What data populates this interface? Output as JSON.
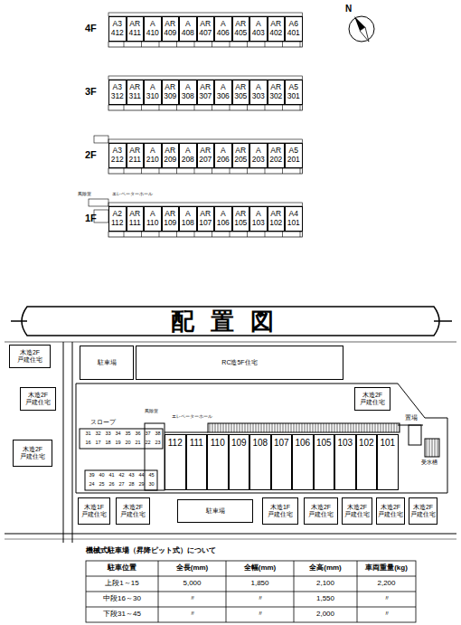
{
  "diagram": {
    "title": "配置図",
    "nodes": [
      {
        "text": [
          "4F"
        ]
      },
      {
        "text": [
          "A3",
          "412"
        ],
        "in": 0
      },
      {
        "text": [
          "AR",
          "411"
        ],
        "in": 0
      },
      {
        "text": [
          "A",
          "410"
        ],
        "in": 0
      },
      {
        "text": [
          "AR",
          "409"
        ],
        "in": 0
      },
      {
        "text": [
          "A",
          "408"
        ],
        "in": 0
      },
      {
        "text": [
          "AR",
          "407"
        ],
        "in": 0
      },
      {
        "text": [
          "A",
          "406"
        ],
        "in": 0
      },
      {
        "text": [
          "AR",
          "405"
        ],
        "in": 0
      },
      {
        "text": [
          "A",
          "403"
        ],
        "in": 0
      },
      {
        "text": [
          "AR",
          "402"
        ],
        "in": 0
      },
      {
        "text": [
          "A6",
          "401"
        ],
        "in": 0
      },
      {
        "text": [
          "3F"
        ]
      },
      {
        "text": [
          "A3",
          "312"
        ],
        "in": 12
      },
      {
        "text": [
          "AR",
          "311"
        ],
        "in": 12
      },
      {
        "text": [
          "A",
          "310"
        ],
        "in": 12
      },
      {
        "text": [
          "AR",
          "309"
        ],
        "in": 12
      },
      {
        "text": [
          "A",
          "308"
        ],
        "in": 12
      },
      {
        "text": [
          "AR",
          "307"
        ],
        "in": 12
      },
      {
        "text": [
          "A",
          "306"
        ],
        "in": 12
      },
      {
        "text": [
          "AR",
          "305"
        ],
        "in": 12
      },
      {
        "text": [
          "A",
          "303"
        ],
        "in": 12
      },
      {
        "text": [
          "AR",
          "302"
        ],
        "in": 12
      },
      {
        "text": [
          "A5",
          "301"
        ],
        "in": 12
      },
      {
        "text": [
          "2F"
        ]
      },
      {
        "text": [
          "A3",
          "212"
        ],
        "in": 24
      },
      {
        "text": [
          "AR",
          "211"
        ],
        "in": 24
      },
      {
        "text": [
          "A",
          "210"
        ],
        "in": 24
      },
      {
        "text": [
          "AR",
          "209"
        ],
        "in": 24
      },
      {
        "text": [
          "A",
          "208"
        ],
        "in": 24
      },
      {
        "text": [
          "AR",
          "207"
        ],
        "in": 24
      },
      {
        "text": [
          "A",
          "206"
        ],
        "in": 24
      },
      {
        "text": [
          "AR",
          "205"
        ],
        "in": 24
      },
      {
        "text": [
          "A",
          "203"
        ],
        "in": 24
      },
      {
        "text": [
          "AR",
          "202"
        ],
        "in": 24
      },
      {
        "text": [
          "A5",
          "201"
        ],
        "in": 24
      },
      {
        "text": [
          "1F"
        ]
      },
      {
        "text": [
          "A2",
          "112"
        ],
        "in": 36
      },
      {
        "text": [
          "AR",
          "111"
        ],
        "in": 36
      },
      {
        "text": [
          "A",
          "110"
        ],
        "in": 36
      },
      {
        "text": [
          "AR",
          "109"
        ],
        "in": 36
      },
      {
        "text": [
          "A",
          "108"
        ],
        "in": 36
      },
      {
        "text": [
          "AR",
          "107"
        ],
        "in": 36
      },
      {
        "text": [
          "A",
          "106"
        ],
        "in": 36
      },
      {
        "text": [
          "AR",
          "105"
        ],
        "in": 36
      },
      {
        "text": [
          "A",
          "103"
        ],
        "in": 36
      },
      {
        "text": [
          "AR",
          "102"
        ],
        "in": 36
      },
      {
        "text": [
          "A4",
          "101"
        ],
        "in": 36
      },
      {
        "text": [
          "112"
        ]
      },
      {
        "text": [
          "111"
        ]
      },
      {
        "text": [
          "110"
        ]
      },
      {
        "text": [
          "109"
        ]
      },
      {
        "text": [
          "108"
        ]
      },
      {
        "text": [
          "107"
        ]
      },
      {
        "text": [
          "106"
        ]
      },
      {
        "text": [
          "105"
        ]
      },
      {
        "text": [
          "103"
        ]
      },
      {
        "text": [
          "102"
        ]
      },
      {
        "text": [
          "101"
        ]
      },
      {
        "text": [
          "木造2F 戸建住宅"
        ]
      },
      {
        "text": [
          "木造2F 戸建住宅"
        ]
      },
      {
        "text": [
          "木造2F 戸建住宅"
        ]
      },
      {
        "text": [
          "駐車場"
        ]
      },
      {
        "text": [
          "RC造5F住宅"
        ]
      },
      {
        "text": [
          "木造2F 戸建住宅"
        ]
      },
      {
        "text": [
          "木造1F 戸建住宅"
        ]
      },
      {
        "text": [
          "木造2F 戸建住宅"
        ]
      },
      {
        "text": [
          "駐車場"
        ]
      },
      {
        "text": [
          "木造1F 戸建住宅"
        ]
      },
      {
        "text": [
          "木造2F 戸建住宅"
        ]
      },
      {
        "text": [
          "木造2F 戸建住宅"
        ]
      },
      {
        "text": [
          "木造2F 戸建住宅"
        ]
      },
      {
        "text": [
          "木造2F 戸建住宅"
        ]
      }
    ],
    "labels": [
      "N",
      "風除室",
      "エレベーターホール",
      "スロープ",
      "風除室",
      "エレベーターホール",
      "置場",
      "受水槽",
      "31",
      "32",
      "33",
      "34",
      "35",
      "36",
      "37",
      "38",
      "16",
      "17",
      "18",
      "19",
      "20",
      "21",
      "22",
      "23",
      "39",
      "40",
      "41",
      "42",
      "43",
      "44",
      "45",
      "24",
      "25",
      "26",
      "27",
      "28",
      "29",
      "30",
      "機械式駐車場（昇降ピット式）について",
      "駐車位置",
      "全長(mm)",
      "全幅(mm)",
      "全高(mm)",
      "車両重量(kg)",
      "上段1～15",
      "5,000",
      "1,850",
      "2,100",
      "2,200",
      "中段16～30",
      "〃",
      "〃",
      "1,550",
      "〃",
      "下段31～45",
      "〃",
      "〃",
      "2,000",
      "〃"
    ]
  }
}
